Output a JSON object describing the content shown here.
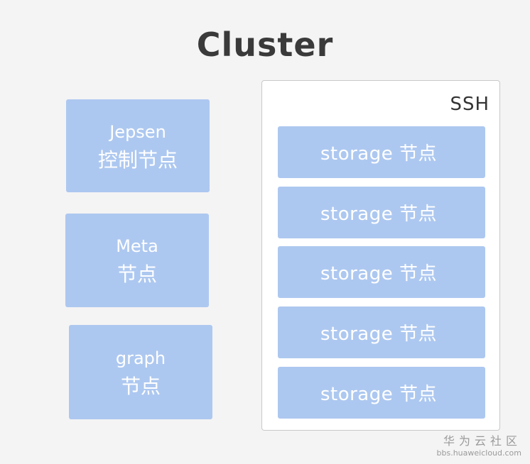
{
  "title": "Cluster",
  "left_nodes": [
    {
      "line1": "Jepsen",
      "line2": "控制节点"
    },
    {
      "line1": "Meta",
      "line2": "节点"
    },
    {
      "line1": "graph",
      "line2": "节点"
    }
  ],
  "cluster": {
    "label": "SSH",
    "storage_nodes": [
      "storage 节点",
      "storage 节点",
      "storage 节点",
      "storage 节点",
      "storage 节点"
    ]
  },
  "watermark": {
    "name": "华为云社区",
    "url": "bbs.huaweicloud.com"
  }
}
